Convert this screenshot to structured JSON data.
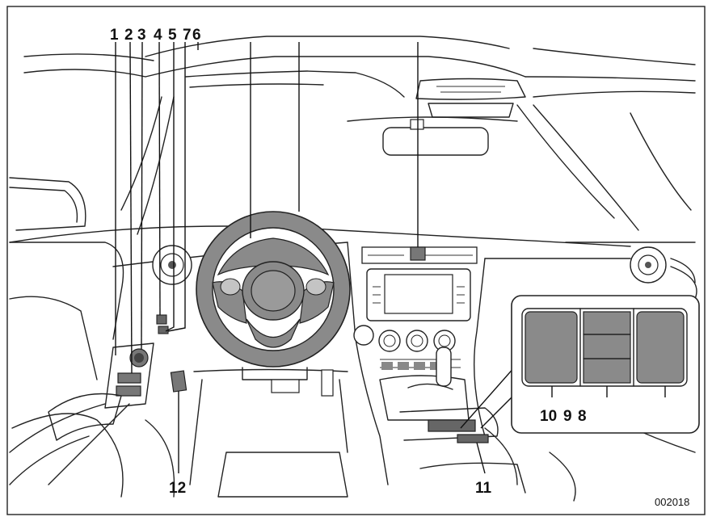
{
  "figure": {
    "id": "002018",
    "colors": {
      "frame": "#222222",
      "shade": "#8a8a8a",
      "light": "#c4c4c4",
      "line": "#222222"
    }
  },
  "callouts": [
    {
      "label": "1"
    },
    {
      "label": "2"
    },
    {
      "label": "3"
    },
    {
      "label": "4"
    },
    {
      "label": "5"
    },
    {
      "label": "7"
    },
    {
      "label": "6"
    },
    {
      "label": "10"
    },
    {
      "label": "9"
    },
    {
      "label": "8"
    },
    {
      "label": "12"
    },
    {
      "label": "11"
    }
  ]
}
